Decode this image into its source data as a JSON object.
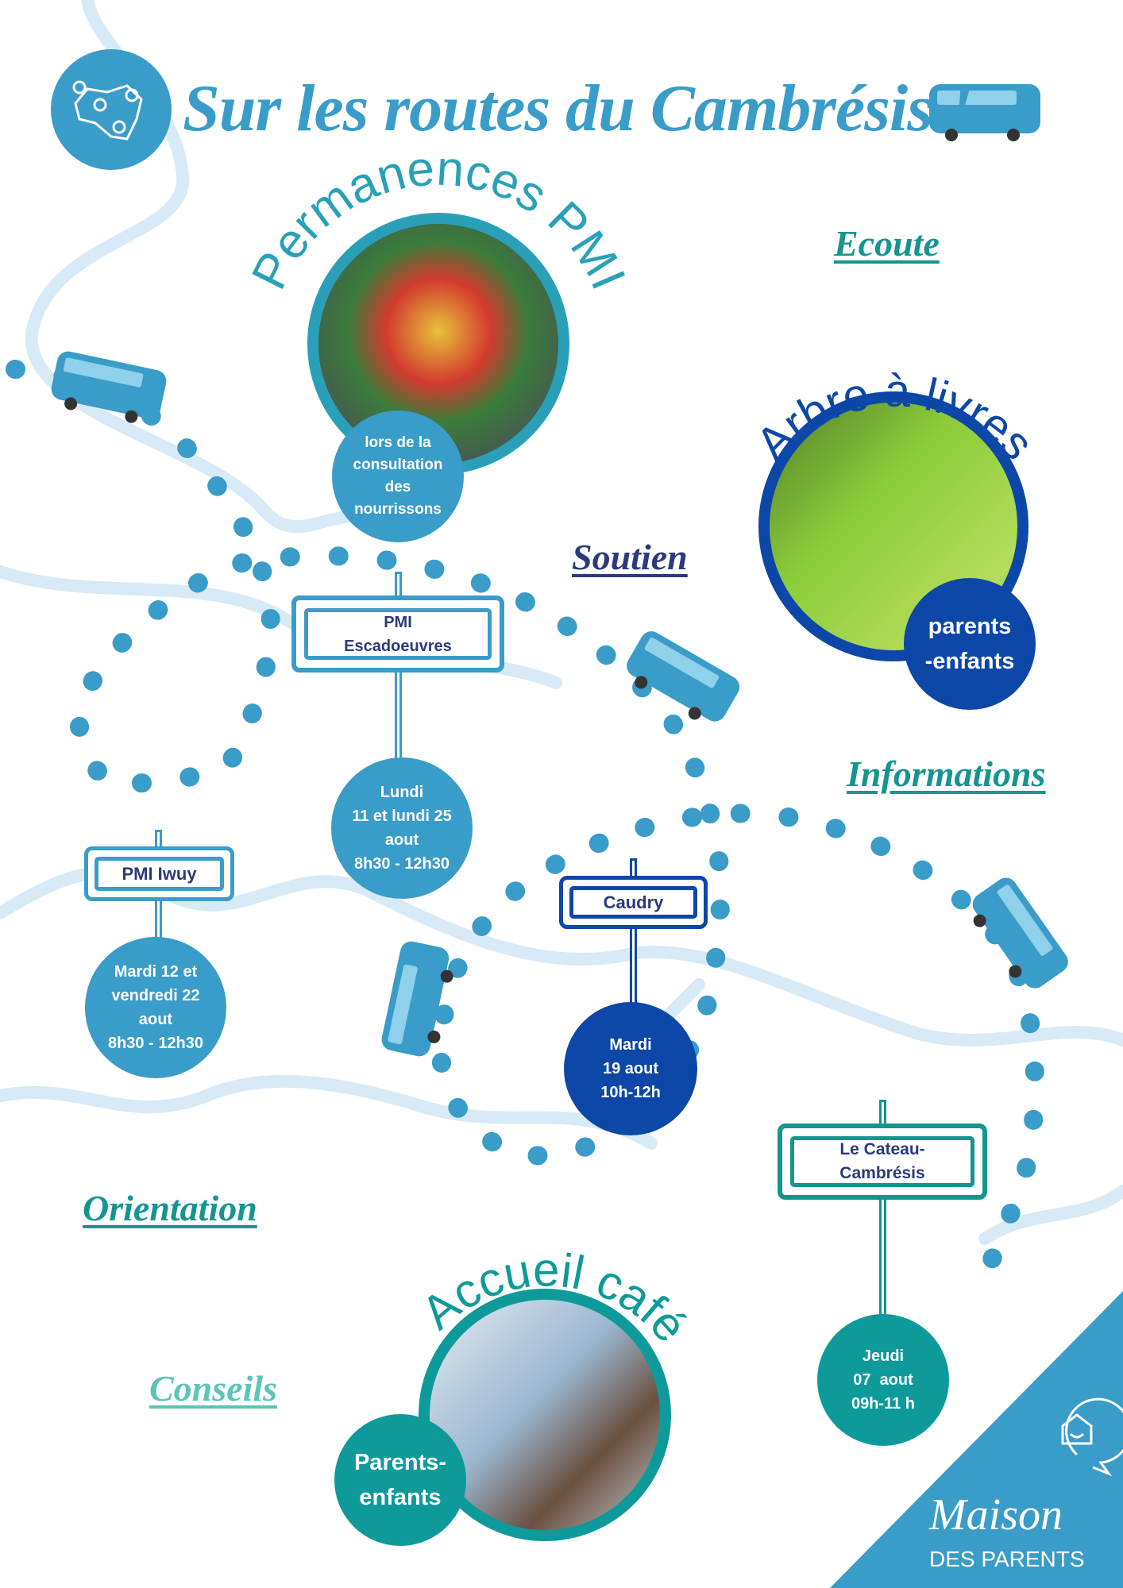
{
  "header": {
    "title": "Sur les routes du Cambrésis !",
    "map_icon": "map-pins-icon",
    "bus_icon": "bus-icon"
  },
  "keywords": {
    "ecoute": "Ecoute",
    "soutien": "Soutien",
    "informations": "Informations",
    "orientation": "Orientation",
    "conseils": "Conseils"
  },
  "pmi": {
    "arc_title": "Permanences PMI",
    "note": [
      "lors de la",
      "consultation",
      "des",
      "nourrissons"
    ]
  },
  "arbre": {
    "arc_title": "Arbre à livres",
    "note": [
      "parents",
      "-enfants"
    ]
  },
  "cafe": {
    "arc_title": "Accueil café",
    "note": [
      "Parents-",
      "enfants"
    ]
  },
  "stops": [
    {
      "place": [
        "PMI",
        "Escadoeuvres"
      ],
      "when": [
        "Lundi",
        "11 et lundi 25",
        "aout",
        "8h30 - 12h30"
      ]
    },
    {
      "place": [
        "PMI Iwuy"
      ],
      "when": [
        "Mardi 12 et",
        "vendredi 22",
        "aout",
        "8h30 - 12h30"
      ]
    },
    {
      "place": [
        "Caudry"
      ],
      "when": [
        "Mardi",
        "19 aout",
        "10h-12h"
      ]
    },
    {
      "place": [
        "Le Cateau-",
        "Cambrésis"
      ],
      "when": [
        "Jeudi",
        "07  aout",
        "09h-11 h"
      ]
    }
  ],
  "footer": {
    "logo_script": "Maison",
    "logo_sub": "DES PARENTS"
  },
  "colors": {
    "light_blue": "#3a9cc8",
    "dark_blue": "#0d47a8",
    "teal": "#14958f",
    "navy": "#2b3a7a",
    "mint": "#5cc4b8",
    "river": "#d3e8f4"
  }
}
